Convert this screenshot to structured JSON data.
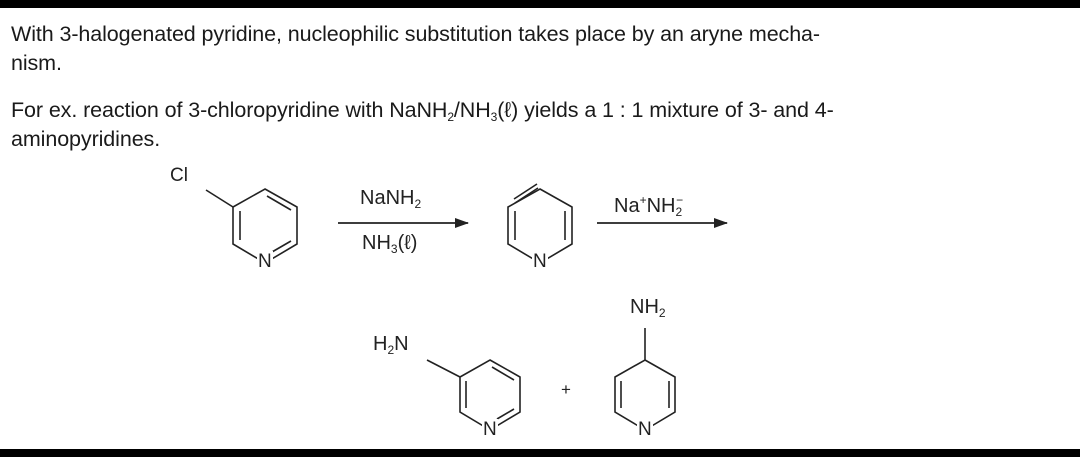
{
  "paragraph1": {
    "line1": "With 3-halogenated pyridine, nucleophilic substitution takes place by an aryne mecha-",
    "line2": "nism."
  },
  "paragraph2": {
    "line1_pre": "For ex. reaction of 3-chloropyridine with NaNH",
    "sub1": "2",
    "slash": "/NH",
    "sub2": "3",
    "line1_post": "(ℓ) yields a 1 : 1 mixture of 3- and 4-",
    "line2": "aminopyridines."
  },
  "scheme": {
    "chloro_atom": "Cl",
    "ring_n": "N",
    "arrow1_top": {
      "text": "NaNH",
      "sub": "2"
    },
    "arrow1_bottom": {
      "text": "NH",
      "sub": "3",
      "post": "(ℓ)"
    },
    "arrow2_top": {
      "a": "Na",
      "sup": "+",
      "b": "NH",
      "sub": "2",
      "sup2": "−"
    },
    "product1_group": {
      "pre": "H",
      "sub": "2",
      "post": "N"
    },
    "product2_group": {
      "text": "NH",
      "sub": "2"
    },
    "plus": "+"
  }
}
